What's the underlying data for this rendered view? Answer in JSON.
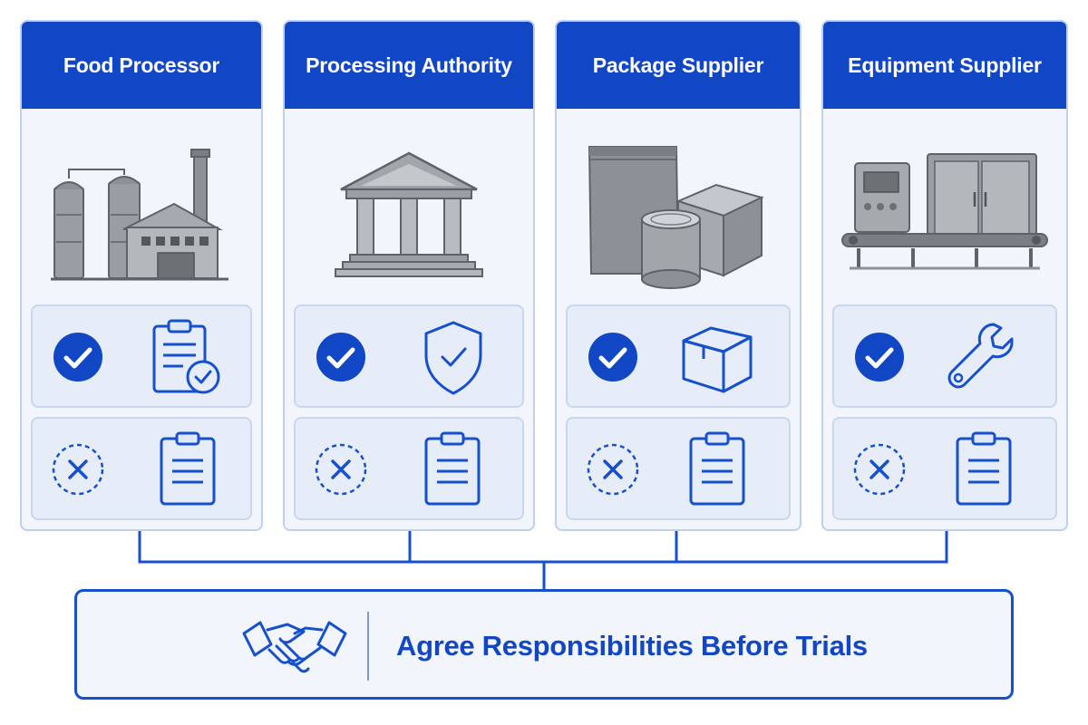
{
  "colors": {
    "header_bg": "#1146c4",
    "accent": "#1650cc",
    "panel_bg": "#f2f6fc",
    "row_bg": "#e6edf8",
    "border": "#bdd0ee",
    "illustration_gray": "#8a8d92"
  },
  "columns": [
    {
      "title": "Food Processor",
      "illustration": "factory-illustration",
      "yes_icon": "clipboard-check-icon",
      "no_icon": "clipboard-icon"
    },
    {
      "title": "Processing Authority",
      "illustration": "government-building-illustration",
      "yes_icon": "shield-check-icon",
      "no_icon": "clipboard-icon"
    },
    {
      "title": "Package Supplier",
      "illustration": "packaging-illustration",
      "yes_icon": "box-icon",
      "no_icon": "clipboard-icon"
    },
    {
      "title": "Equipment Supplier",
      "illustration": "machine-illustration",
      "yes_icon": "wrench-icon",
      "no_icon": "clipboard-icon"
    }
  ],
  "row_marks": {
    "yes": "check-circle-icon",
    "no": "x-circle-dashed-icon"
  },
  "footer": {
    "icon": "handshake-icon",
    "text": "Agree Responsibilities Before Trials"
  }
}
